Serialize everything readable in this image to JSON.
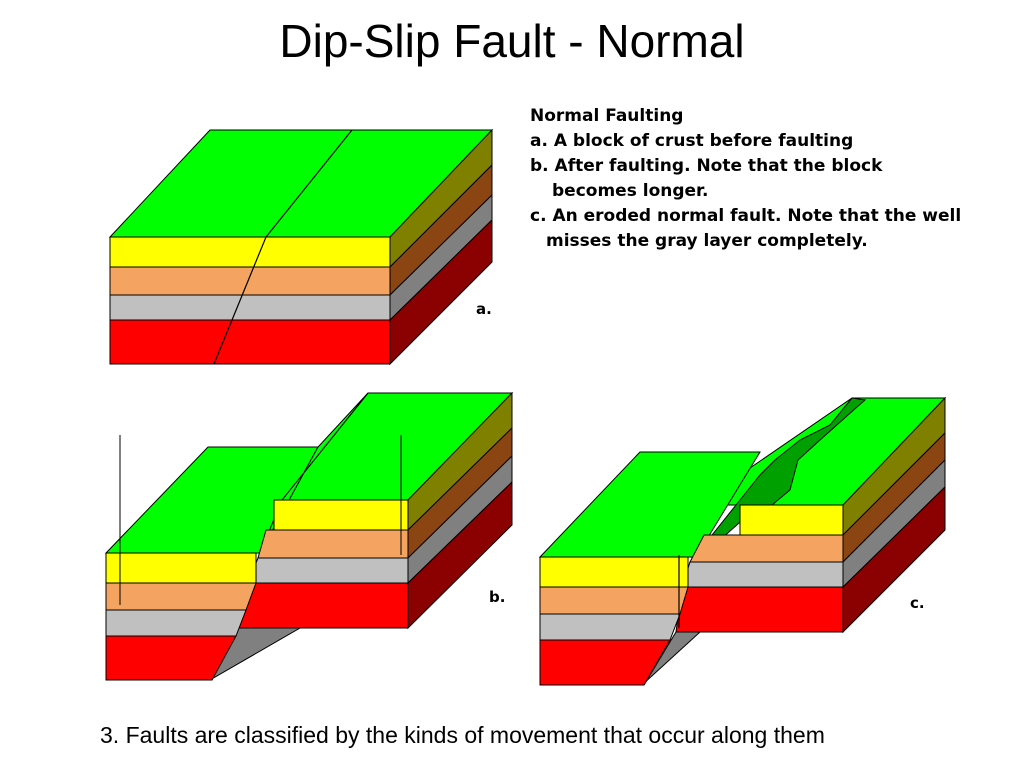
{
  "slide": {
    "title": "Dip-Slip Fault - Normal",
    "caption": "3. Faults are classified by the kinds of movement that occur along them"
  },
  "legend": {
    "heading": "Normal Faulting",
    "line_a": "a. A block of crust before faulting",
    "line_b1": "b. After faulting. Note that the block",
    "line_b2": "becomes longer.",
    "line_c1": "c. An eroded normal fault. Note that the well",
    "line_c2": "misses the gray layer completely."
  },
  "panels": {
    "a": "a.",
    "b": "b.",
    "c": "c."
  },
  "colors": {
    "surface": "#00ff00",
    "eroded_surface": "#00a000",
    "yellow_layer": "#ffff00",
    "orange_layer": "#f4a460",
    "gray_layer": "#c0c0c0",
    "red_layer": "#ff0000",
    "side_yellow": "#808000",
    "side_orange": "#8b4513",
    "side_gray": "#808080",
    "side_red": "#8b0000"
  }
}
